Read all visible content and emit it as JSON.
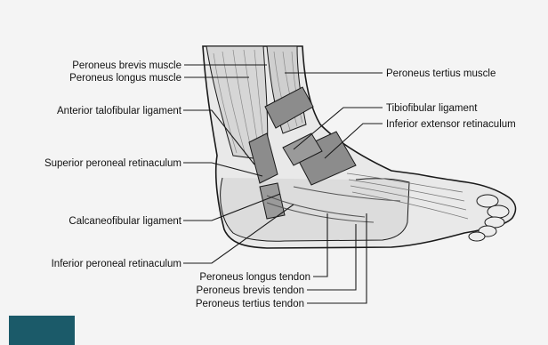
{
  "labels": {
    "peroneus_brevis_muscle": "Peroneus brevis muscle",
    "peroneus_longus_muscle": "Peroneus longus muscle",
    "anterior_talofibular_ligament": "Anterior talofibular ligament",
    "superior_peroneal_retinaculum": "Superior peroneal retinaculum",
    "calcaneofibular_ligament": "Calcaneofibular ligament",
    "inferior_peroneal_retinaculum": "Inferior peroneal retinaculum",
    "peroneus_tertius_muscle": "Peroneus tertius muscle",
    "tibiofibular_ligament": "Tibiofibular ligament",
    "inferior_extensor_retinaculum": "Inferior extensor retinaculum",
    "peroneus_longus_tendon": "Peroneus longus tendon",
    "peroneus_brevis_tendon": "Peroneus brevis tendon",
    "peroneus_tertius_tendon": "Peroneus tertius tendon"
  },
  "colors": {
    "background": "#f4f4f4",
    "ligament": "#8c8c8c",
    "muscle": "#d8d8d8",
    "outline": "#1a1a1a",
    "accent_block": "#1b5a69"
  }
}
